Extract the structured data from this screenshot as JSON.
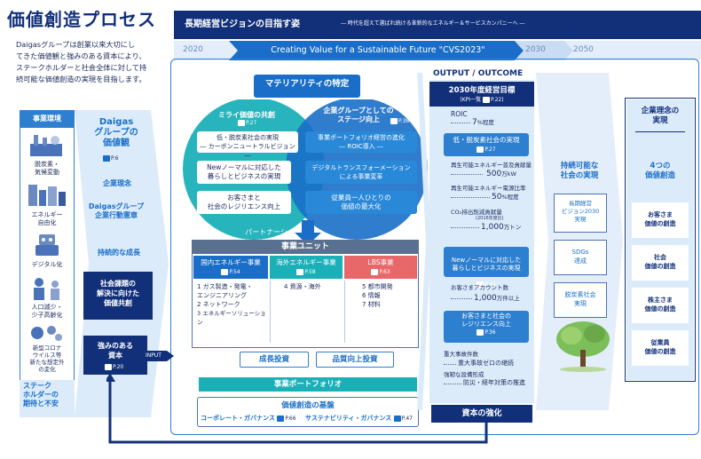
{
  "header": {
    "title": "価値創造プロセス",
    "intro_lines": [
      "Daigasグループは創業以来大切にし",
      "てきた価値観と強みのある資本により、",
      "ステークホルダーと社会全体に対して持",
      "続可能な価値創造の実現を目指します。"
    ]
  },
  "vision": {
    "title": "長期経営ビジョンの目指す姿",
    "subtitle": "― 時代を超えて選ばれ続ける革新的なエネルギー＆サービスカンパニーへ ―",
    "year_start": "2020",
    "slogan": "Creating Value for a Sustainable Future \"CVS2023\"",
    "year_mid": "2030",
    "year_end": "2050"
  },
  "environment": {
    "header": "事業環境",
    "items": [
      {
        "label": "脱炭素・\n気候変動",
        "icon": "factory-icon"
      },
      {
        "label": "エネルギー\n自由化",
        "icon": "grid-icon"
      },
      {
        "label": "デジタル化",
        "icon": "robot-icon"
      },
      {
        "label": "人口減少・\n少子高齢化",
        "icon": "people-icon"
      },
      {
        "label": "新型コロナ\nウイルス等\n新たな想定外\nの変化",
        "icon": "virus-icon"
      }
    ],
    "stakeholder": "ステーク\nホルダーの\n期待と不安"
  },
  "left_flow": {
    "values_title": "Daigas\nグループの\n価値観",
    "values_page": "P.6",
    "philosophy": "企業理念",
    "charter": "Daigasグループ\n企業行動憲章",
    "growth": "持続的な成長",
    "issues": "社会課題の\n解決に向けた\n価値共創",
    "capital": "強みのある\n資本",
    "capital_page": "P.20",
    "input": "INPUT"
  },
  "materiality": {
    "title": "マテリアリティの特定",
    "page": "P.26",
    "left_title": "ミライ価値の共創",
    "left_page": "P.27",
    "left_items": [
      "低・脱炭素社会の実現\n― カーボンニュートラルビジョン ―",
      "Newノーマルに対応した\n暮らしとビジネスの実現",
      "お客さまと\n社会のレジリエンス向上"
    ],
    "right_title": "企業グループとしての\nステージ向上",
    "right_page": "P.38",
    "right_items": [
      "事業ポートフォリオ経営の進化\n― ROIC導入 ―",
      "デジタルトランスフォーメーション\nによる事業変革",
      "従業員一人ひとりの\n価値の最大化"
    ],
    "partnership": "パートナーシップ"
  },
  "business_units": {
    "title": "事業ユニット",
    "columns": [
      {
        "name": "国内エネルギー事業",
        "page": "P.54",
        "items": [
          "1 ガス製造・発電・\nエンジニアリング",
          "2 ネットワーク",
          "3 エネルギーソリューション"
        ]
      },
      {
        "name": "海外エネルギー事業",
        "page": "P.58",
        "items": [
          "4 資源・海外"
        ]
      },
      {
        "name": "LBS事業",
        "page": "P.63",
        "items": [
          "5 都市開発",
          "6 情報",
          "7 材料"
        ]
      }
    ],
    "growth_invest": "成長投資",
    "quality_invest": "品質向上投資",
    "portfolio": "事業ポートフォリオ",
    "foundation_title": "価値創造の基盤",
    "governance": "コーポレート・ガバナンス",
    "governance_page": "P.66",
    "sustainability": "サステナビリティ・ガバナンス",
    "sustainability_page": "P.47"
  },
  "outcome": {
    "title": "OUTPUT / OUTCOME",
    "kpi_title": "2030年度経営目標",
    "kpi_sub": "(KPI一覧",
    "kpi_page": "P.22)",
    "roic_label": "ROIC",
    "roic_value": "7",
    "roic_unit": "%程度",
    "low_carbon": "低・脱炭素社会の実現",
    "low_carbon_page": "P.27",
    "renew_label": "再生可能エネルギー普及貢献量",
    "renew_value": "500",
    "renew_unit": "万kW",
    "renew_ratio_label": "再生可能エネルギー電源比率",
    "renew_ratio_value": "50",
    "renew_ratio_unit": "%程度",
    "co2_label": "CO₂排出削減貢献量",
    "co2_note": "(2016年度比)",
    "co2_value": "1,000",
    "co2_unit": "万トン",
    "new_normal": "Newノーマルに対応した\n暮らしとビジネスの実現",
    "new_normal_page": "P.34",
    "accounts_label": "お客さまアカウント数",
    "accounts_value": "1,000",
    "accounts_unit": "万件以上",
    "resilience": "お客さまと社会の\nレジリエンス向上",
    "resilience_page": "P.36",
    "accident_label": "重大事故件数",
    "accident_value": "重大事故ゼロの継続",
    "facility_label": "強靭な設備形成",
    "facility_value": "防災・経年対策の推進",
    "capital_strength": "資本の強化"
  },
  "society": {
    "title": "持続可能な\n社会の実現",
    "items": [
      "長期経営\nビジョン2030\n実現",
      "SDGs\n達成",
      "脱炭素社会\n実現"
    ]
  },
  "philosophy_realize": {
    "title": "企業理念の\n実現",
    "sub": "4つの\n価値創造",
    "items": [
      "お客さま\n価値の創造",
      "社会\n価値の創造",
      "株主さま\n価値の創造",
      "従業員\n価値の創造"
    ]
  }
}
